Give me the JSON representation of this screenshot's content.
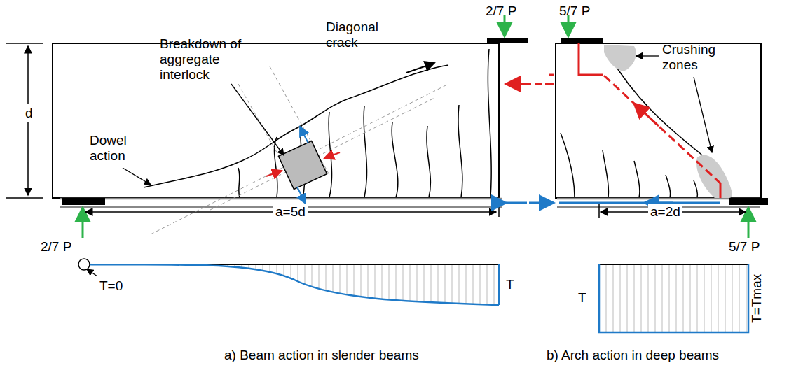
{
  "diagram": {
    "labels": [
      "2/7 P",
      "5/7 P",
      "d",
      "Diagonal crack",
      "Breakdown of aggregate interlock",
      "Crushing zones",
      "Dowel action",
      "2/7 P",
      "a=5d",
      "5/7 P",
      "a=2d",
      "T=0",
      "T",
      "T",
      "T=Tmax",
      "a) Beam action in slender beams",
      "b) Arch action in deep beams"
    ]
  }
}
